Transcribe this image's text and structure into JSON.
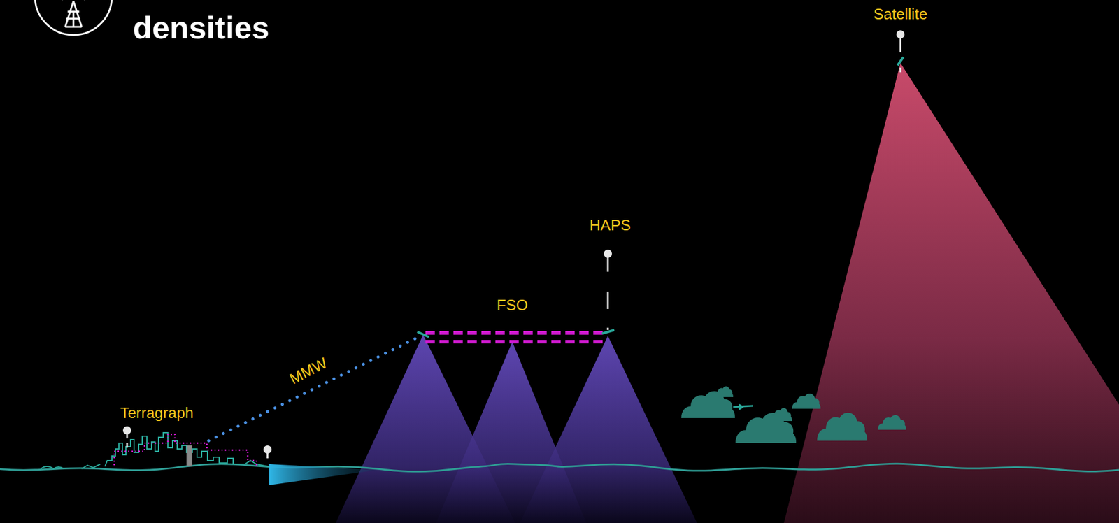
{
  "diagram": {
    "title": "densities",
    "labels": [
      "Terragraph",
      "MMW",
      "FSO",
      "HAPS",
      "Satellite"
    ]
  }
}
